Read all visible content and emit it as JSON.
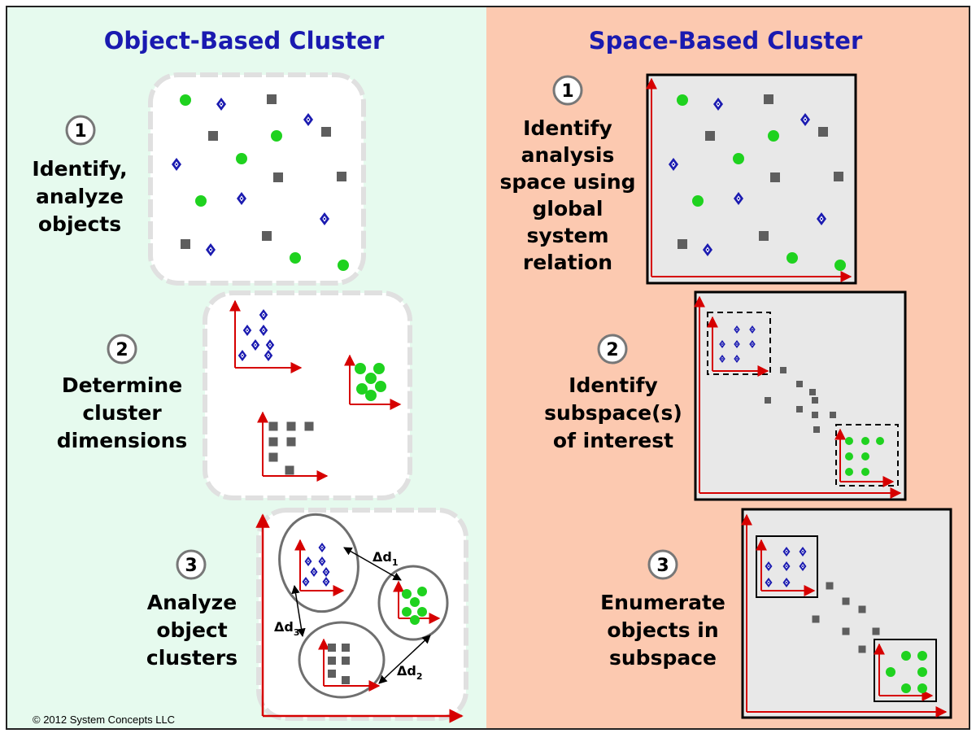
{
  "panels": {
    "object_based": {
      "title": "Object-Based Cluster",
      "background": "#e6faee",
      "steps": [
        {
          "number": "1",
          "lines": [
            "Identify,",
            "analyze",
            "objects"
          ]
        },
        {
          "number": "2",
          "lines": [
            "Determine",
            "cluster",
            "dimensions"
          ]
        },
        {
          "number": "3",
          "lines": [
            "Analyze",
            "object",
            "clusters"
          ]
        }
      ],
      "distances": [
        {
          "base": "Δd",
          "sub": "1"
        },
        {
          "base": "Δd",
          "sub": "2"
        },
        {
          "base": "Δd",
          "sub": "3"
        }
      ]
    },
    "space_based": {
      "title": "Space-Based Cluster",
      "background": "#fcc9b0",
      "steps": [
        {
          "number": "1",
          "lines": [
            "Identify",
            "analysis",
            "space using",
            "global",
            "system",
            "relation"
          ]
        },
        {
          "number": "2",
          "lines": [
            "Identify",
            "subspace(s)",
            "of interest"
          ]
        },
        {
          "number": "3",
          "lines": [
            "Enumerate",
            "objects in",
            "subspace"
          ]
        }
      ]
    }
  },
  "copyright": "© 2012 System Concepts LLC",
  "colors": {
    "title": "#1a1ab0",
    "green_object": "#1fd21f",
    "blue_object": "#1a1ab0",
    "gray_object": "#5e5e5e",
    "axis": "#d60000",
    "space_box": "#e8e8e8"
  },
  "icons": {
    "green_object": "green-circle-icon",
    "blue_object": "blue-diamond-icon",
    "gray_object": "gray-square-icon"
  }
}
